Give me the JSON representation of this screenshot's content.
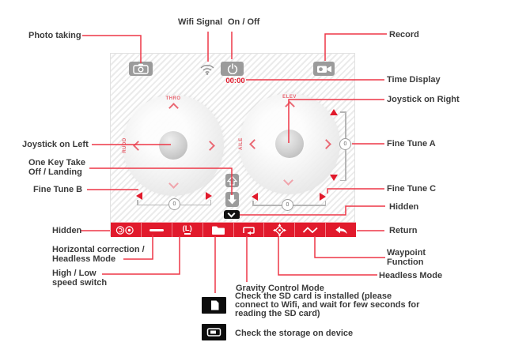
{
  "colors": {
    "accent_red": "#e11a2c",
    "callout_red": "#ee3747",
    "button_gray": "#9b9b9b"
  },
  "app": {
    "time_display": "00:00",
    "left_stick": {
      "top_label": "THRO",
      "side_label": "RUDD"
    },
    "right_stick": {
      "top_label": "ELEV",
      "side_label": "AILE"
    },
    "fine_tune_a_value": "0",
    "fine_tune_b_value": "0",
    "fine_tune_c_value": "0",
    "speed_switch_label": "(L)"
  },
  "icons": {
    "photo": "camera-glyph",
    "wifi": "wifi-arcs",
    "power": "power-symbol",
    "record": "videocam-glyph",
    "hidden_menu": "two-circles",
    "horizontal_correction": "dash",
    "speed_switch": "(L)",
    "folder": "folder-glyph",
    "gravity_control": "flip-rect-arrow",
    "headless": "diamond-compass",
    "waypoint": "zigzag",
    "return": "back-arrow",
    "takeoff": "up-arrow",
    "landing": "down-arrow",
    "hidden_tab": "chevron-down",
    "sd_card": "sd-card-glyph",
    "storage": "battery-glyph"
  },
  "callouts": {
    "photo_taking": "Photo taking",
    "wifi_signal": "Wifi Signal",
    "on_off": "On / Off",
    "record": "Record",
    "time_display": "Time Display",
    "joystick_right": "Joystick on Right",
    "fine_tune_a": "Fine Tune A",
    "joystick_left": "Joystick on Left",
    "one_key_line1": "One Key Take",
    "one_key_line2": "Off / Landing",
    "fine_tune_b": "Fine Tune B",
    "fine_tune_c": "Fine Tune C",
    "hidden_left": "Hidden",
    "hidden_right": "Hidden",
    "return": "Return",
    "horizontal_line1": "Horizontal correction /",
    "horizontal_line2": "Headless Mode",
    "high_low_line1": "High / Low",
    "high_low_line2": "speed switch",
    "gravity": "Gravity Control Mode",
    "headless": "Headless Mode",
    "waypoint_line1": "Waypoint",
    "waypoint_line2": "Function"
  },
  "legend": {
    "sd_card_text": "Check the SD card is installed (please connect to Wifi, and wait for few seconds for reading the SD card)",
    "storage_text": "Check the storage on device"
  }
}
